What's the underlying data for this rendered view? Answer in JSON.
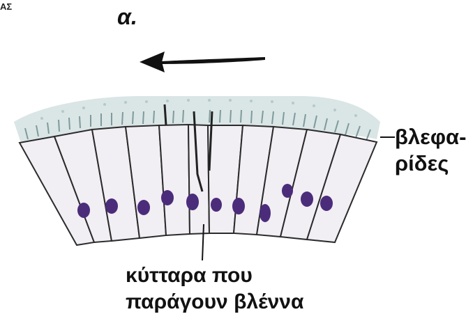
{
  "corner_text": "ΑΣ",
  "panel_label": "α.",
  "labels": {
    "cilia": [
      "βλεφα-",
      "ρίδες"
    ],
    "mucus_cells": [
      "κύτταρα που",
      "παράγουν βλέννα"
    ]
  },
  "colors": {
    "arrow": "#111111",
    "cell_fill": "#f1eef4",
    "cell_outline": "#2b2b2b",
    "nucleus": "#4b2c7a",
    "cilia": "#9bb4b6",
    "mucus_layer": "#d6e2e2"
  }
}
